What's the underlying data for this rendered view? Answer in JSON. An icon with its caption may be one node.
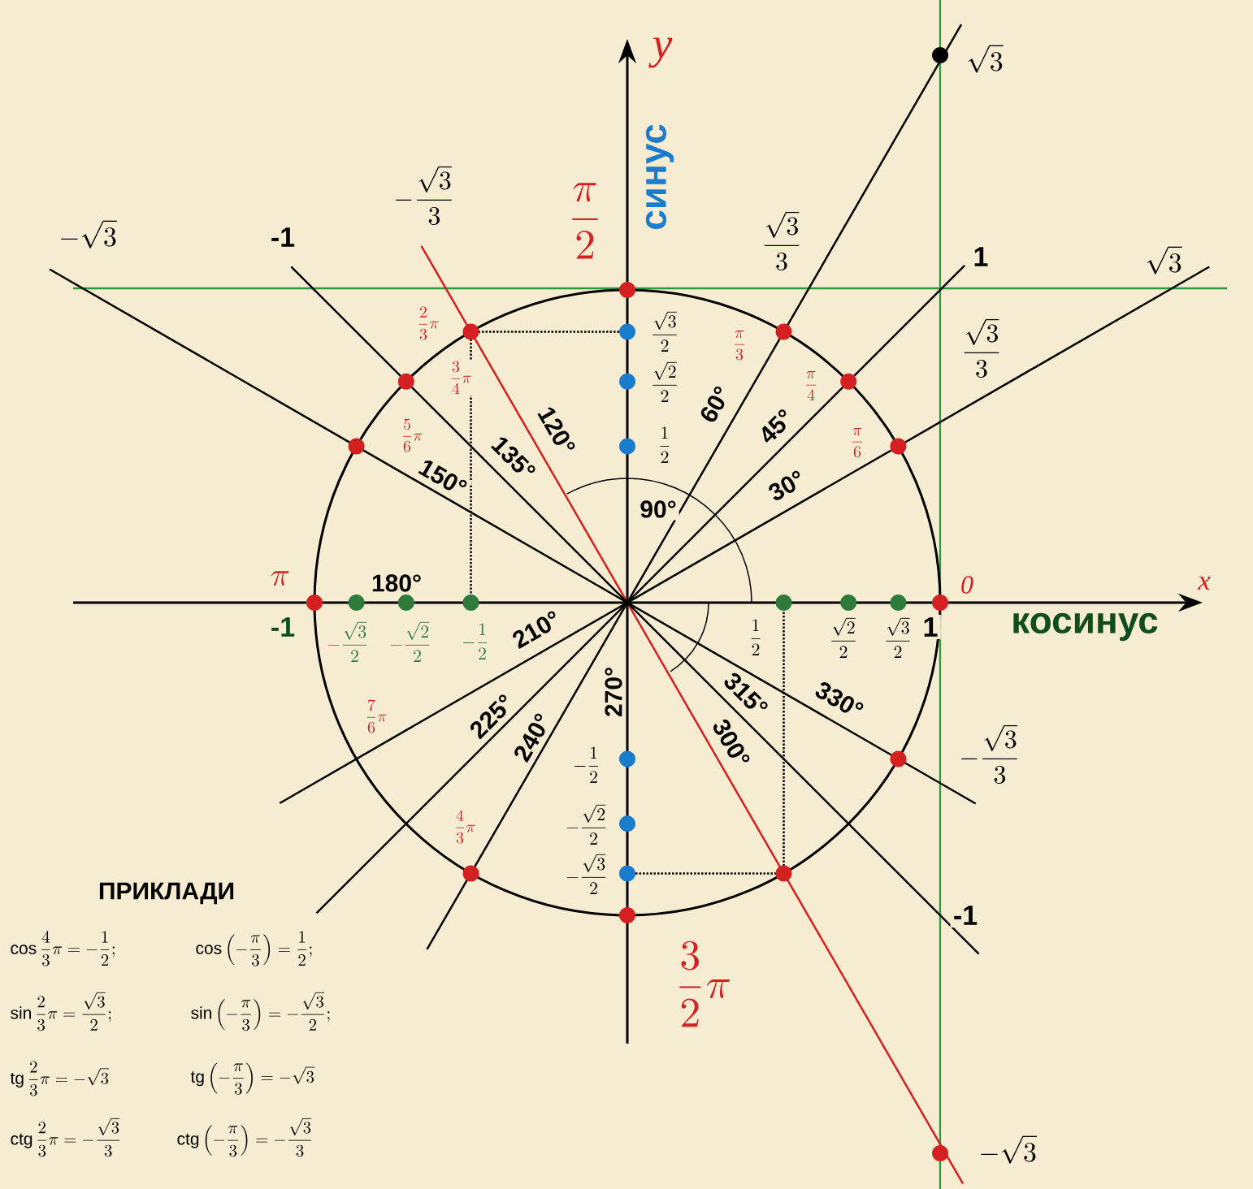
{
  "diagram": {
    "labels": [
      "y",
      "\\sqrt{3}",
      "-\\frac{\\sqrt{3}}{3}",
      "\\frac{\\pi}{2}",
      "синус",
      "-\\sqrt{3}",
      "-1",
      "\\frac{\\sqrt{3}}{3}",
      "1",
      "\\sqrt{3}",
      "\\frac{2}{3}\\pi",
      "\\frac{\\sqrt{3}}{2}",
      "\\frac{\\pi}{3}",
      "\\frac{\\sqrt{3}}{3}",
      "\\frac{3}{4}\\pi",
      "\\frac{\\sqrt{2}}{2}",
      "\\frac{\\pi}{4}",
      "\\frac{5}{6}\\pi",
      "150°",
      "135°",
      "120°",
      "\\frac{1}{2}",
      "60°",
      "45°",
      "30°",
      "\\frac{\\pi}{6}",
      "90°",
      "\\pi",
      "180°",
      "0",
      "x",
      "-1",
      "-\\frac{\\sqrt{3}}{2}",
      "-\\frac{\\sqrt{2}}{2}",
      "-\\frac{1}{2}",
      "210°",
      "\\frac{1}{2}",
      "\\frac{\\sqrt{2}}{2}",
      "\\frac{\\sqrt{3}}{2}",
      "1",
      "косинус",
      "\\frac{7}{6}\\pi",
      "225°",
      "240°",
      "270°",
      "300°",
      "315°",
      "330°",
      "-\\frac{\\sqrt{3}}{3}",
      "-\\frac{1}{2}",
      "\\frac{4}{3}\\pi",
      "-\\frac{\\sqrt{2}}{2}",
      "-\\frac{\\sqrt{3}}{2}",
      "ПРИКЛАДИ",
      "-1",
      "\\cos\\frac{4}{3}\\pi=-\\frac{1}{2};",
      "\\cos\\left(-\\frac{\\pi}{3}\\right)=\\frac{1}{2};",
      "\\frac{3}{2}\\pi",
      "\\sin\\frac{2}{3}\\pi=\\frac{\\sqrt{3}}{2};",
      "\\sin\\left(-\\frac{\\pi}{3}\\right)=-\\frac{\\sqrt{3}}{2};",
      "\\mathrm{tg}\\,\\frac{2}{3}\\pi=-\\sqrt{3}",
      "\\mathrm{tg}\\left(-\\frac{\\pi}{3}\\right)=-\\sqrt{3}",
      "\\mathrm{ctg}\\,\\frac{2}{3}\\pi=-\\frac{\\sqrt{3}}{3}",
      "\\mathrm{ctg}\\left(-\\frac{\\pi}{3}\\right)=-\\frac{\\sqrt{3}}{3}",
      "-\\sqrt{3}"
    ]
  }
}
